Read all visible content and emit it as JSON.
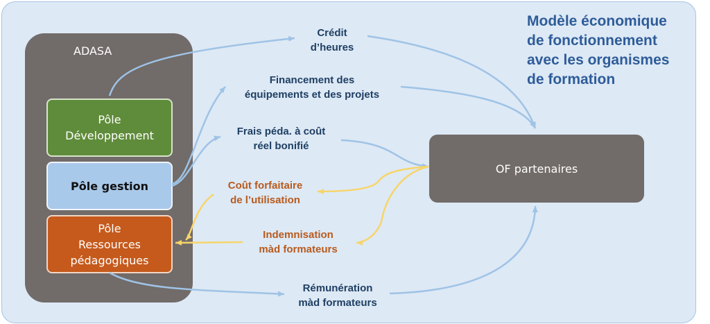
{
  "title": "Modèle économique\nde fonctionnement\navec les organismes\nde formation",
  "adasa": "ADASA",
  "poles": {
    "developpement": "Pôle\nDéveloppement",
    "gestion": "Pôle gestion",
    "ressources": "Pôle\nRessources\npédagogiques"
  },
  "of_partenaires": "OF partenaires",
  "flows": {
    "credit": "Crédit\nd’heures",
    "financement": "Financement des\néquipements et des projets",
    "frais": "Frais péda. à coût\nréel bonifié",
    "cout": "Coût forfaitaire\nde l’utilisation",
    "indemnisation": "Indemnisation\nmàd formateurs",
    "remuneration": "Rémunération\nmàd formateurs"
  },
  "colors": {
    "panel": "#dde9f5",
    "blue_arrow": "#9fc3e6",
    "yellow_arrow": "#f7d56a",
    "green": "#5f8c3a",
    "light_blue": "#a9c9ea",
    "orange": "#c55a1c",
    "gray": "#716b69",
    "title_blue": "#2e5c99"
  }
}
